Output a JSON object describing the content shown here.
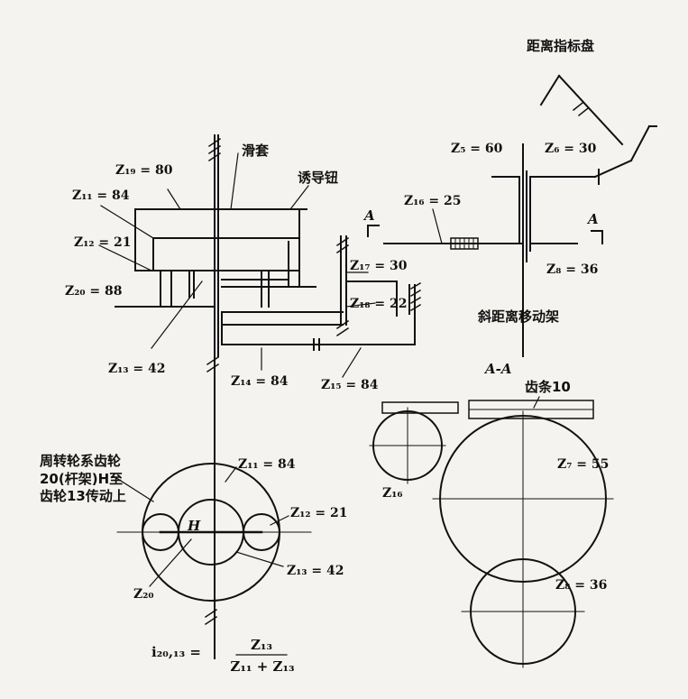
{
  "labels": {
    "distance_dial": "距离指标盘",
    "sleeve": "滑套",
    "induce_button": "诱导钮",
    "slant_carriage": "斜距离移动架",
    "section": "A-A",
    "rack": "齿条10",
    "caption": "周转轮系齿轮20(杆架)H至齿轮13传动上",
    "arm_h": "H",
    "section_mark_left": "A",
    "section_mark_right": "A"
  },
  "gears": {
    "z19": "Z₁₉ = 80",
    "z11": "Z₁₁ = 84",
    "z12": "Z₁₂ = 21",
    "z20": "Z₂₀ = 88",
    "z13": "Z₁₃ = 42",
    "z14": "Z₁₄ = 84",
    "z15": "Z₁₅ = 84",
    "z16": "Z₁₆ = 25",
    "z17": "Z₁₇ = 30",
    "z18": "Z₁₈ = 22",
    "z5": "Z₅ = 60",
    "z6": "Z₆ = 30",
    "z8": "Z₈ = 36",
    "z7": "Z₇ = 55",
    "z16_view": "Z₁₆",
    "z11_view": "Z₁₁ = 84",
    "z12_view": "Z₁₂ = 21",
    "z13_view": "Z₁₃ = 42",
    "z8_view": "Z₈ = 36",
    "z20_view": "Z₂₀"
  },
  "formula": {
    "lhs": "i₂₀,₁₃ =",
    "numerator": "Z₁₃",
    "denominator": "Z₁₁ + Z₁₃"
  },
  "colors": {
    "ink": "#111111",
    "paper": "#f4f3ef"
  }
}
